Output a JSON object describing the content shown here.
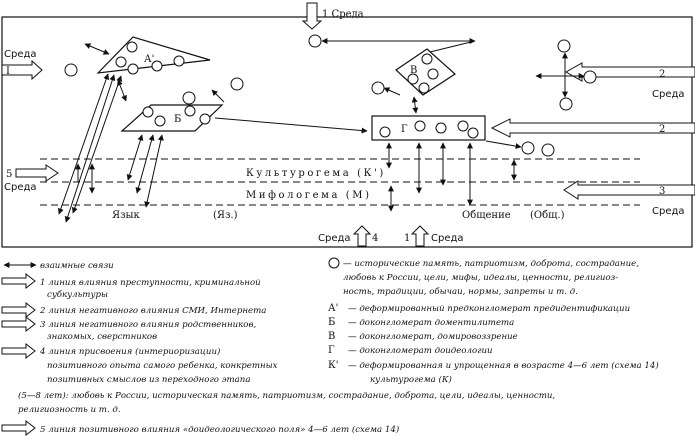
{
  "diagram": {
    "env": {
      "top": "1  Среда",
      "left": "Среда",
      "left_num": "I",
      "right_upper": "Среда",
      "right_lower": "Среда",
      "mid_left": "Среда",
      "mid_left_num": "5",
      "bottom_left": "Среда",
      "bottom_left_num": "4",
      "bottom_right_num": "1",
      "bottom_right": "Среда"
    },
    "right_numbers": [
      "2",
      "2",
      "3"
    ],
    "clusters": {
      "a": "А'",
      "b": "Б",
      "v": "В",
      "g": "Г"
    },
    "bands": {
      "culture": "Культурогема (К')",
      "myth": "Мифологема (М)",
      "lang": "Язык",
      "lang_abbr": "(Яз.)",
      "comm": "Общение",
      "comm_abbr": "(Общ.)"
    }
  },
  "legend": {
    "left": [
      {
        "icon": "double-arrow",
        "text": "взаимные связи"
      },
      {
        "icon": "block-arrow-1",
        "text": "1 линия влияния преступности, криминальной"
      },
      {
        "icon": "",
        "text": "субкультуры"
      },
      {
        "icon": "block-arrow-2",
        "text": "2 линия негативного влияния СМИ, Интернета"
      },
      {
        "icon": "block-arrow-3",
        "text": "3 линия негативного влияния родственников,"
      },
      {
        "icon": "",
        "text": "знакомых, сверстников"
      },
      {
        "icon": "block-arrow-4",
        "text": "4 линия присвоения (интериоризации)"
      },
      {
        "icon": "",
        "text": "позитивного опыта самого ребенка, конкретных"
      },
      {
        "icon": "",
        "text": "позитивных смыслов из переходного этапа"
      }
    ],
    "right": [
      {
        "key": "○",
        "text": "— исторические память, патриотизм, доброта, сострадание,"
      },
      {
        "key": "",
        "text": "любовь к России, цели, мифы, идеалы, ценности, религиоз-"
      },
      {
        "key": "",
        "text": "ность, традиции, обычаи, нормы, запреты и т. д."
      },
      {
        "key": "А'",
        "text": "— деформированный предконгломерат предидентификации"
      },
      {
        "key": "Б",
        "text": "— доконгломерат доментилитета"
      },
      {
        "key": "В",
        "text": "— доконгломерат, домировоззрение"
      },
      {
        "key": "Г",
        "text": "— доконгломерат доидеологии"
      },
      {
        "key": "К'",
        "text": "— деформированная и упрощенная в возрасте 4—6 лет (схема 14)"
      },
      {
        "key": "",
        "text": "культурогема (К)"
      }
    ],
    "full": [
      "(5—8 лет): любовь к России, историческая память, патриотизм, сострадание, доброта, цели, идеалы, ценности,",
      "религиозность и т. д."
    ],
    "last": "5 линия позитивного влияния «доидеологического поля» 4—6 лет (схема 14)"
  }
}
